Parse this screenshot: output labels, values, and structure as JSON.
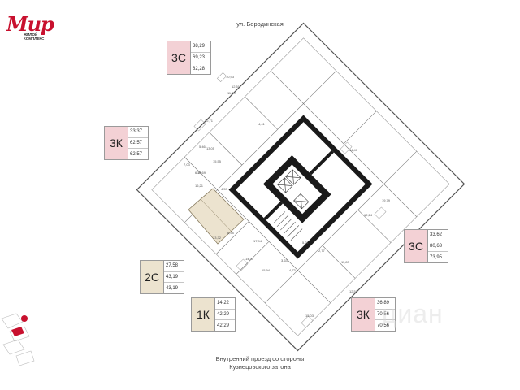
{
  "logo": {
    "script_text": "Мир",
    "subtitle_line1": "жилой",
    "subtitle_line2": "комплекс"
  },
  "streets": {
    "top": "ул. Бородинская",
    "bottom_line1": "Внутренний проезд со стороны",
    "bottom_line2": "Кузнецовского затона"
  },
  "units": [
    {
      "type": "3С",
      "areas": [
        "38,29",
        "69,23",
        "82,28"
      ],
      "style": "pink"
    },
    {
      "type": "3К",
      "areas": [
        "33,37",
        "62,57",
        "62,57"
      ],
      "style": "pink"
    },
    {
      "type": "2С",
      "areas": [
        "27,58",
        "43,19",
        "43,19"
      ],
      "style": "beige"
    },
    {
      "type": "1К",
      "areas": [
        "14,22",
        "42,29",
        "42,29"
      ],
      "style": "beige"
    },
    {
      "type": "3К",
      "areas": [
        "36,89",
        "70,56",
        "70,56"
      ],
      "style": "pink"
    },
    {
      "type": "3С",
      "areas": [
        "33,62",
        "80,63",
        "73,95"
      ],
      "style": "pink"
    }
  ],
  "room_labels": [
    "12,51",
    "44,40",
    "10,93",
    "12,71",
    "15,55",
    "11,29",
    "16,21",
    "17,94",
    "15,94",
    "14,33",
    "15,03",
    "11,83",
    "12,58",
    "19,79",
    "5,46",
    "6,28",
    "5,21",
    "2,77",
    "4,73",
    "3,63",
    "6,58",
    "4,41",
    "4,59",
    "12,24",
    "10,69",
    "13,05",
    "13,32",
    "7,03"
  ],
  "colors": {
    "accent": "#c8102e",
    "highlight_unit": "#ece3cf",
    "pink_card": "#f3d1d5",
    "wall": "#1a1a1a"
  },
  "watermark": "циан"
}
